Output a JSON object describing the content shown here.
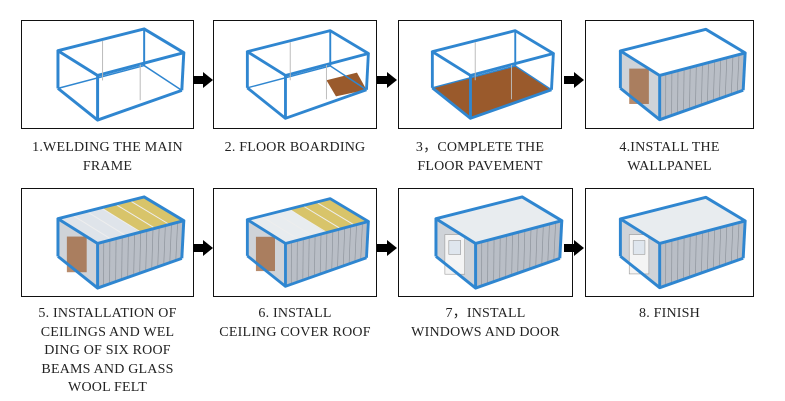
{
  "title": "Container House Installation Steps",
  "colors": {
    "frame": "#2f86d0",
    "floor": "#9a5a2c",
    "wall": "#b9bec6",
    "roof": "#e8ecef",
    "insulation": "#d8c46a"
  },
  "steps": [
    {
      "label_lines": [
        "1.WELDING THE MAIN",
        "FRAME"
      ],
      "stage": 1
    },
    {
      "label_lines": [
        "2. FLOOR BOARDING"
      ],
      "stage": 2
    },
    {
      "label_lines": [
        "3，COMPLETE THE",
        "FLOOR PAVEMENT"
      ],
      "stage": 3
    },
    {
      "label_lines": [
        "4.INSTALL THE",
        "WALLPANEL"
      ],
      "stage": 4
    },
    {
      "label_lines": [
        "5. INSTALLATION OF",
        "CEILINGS AND WEL",
        "DING OF SIX ROOF",
        "BEAMS AND GLASS",
        "WOOL FELT"
      ],
      "stage": 5
    },
    {
      "label_lines": [
        "6. INSTALL",
        "CEILING COVER ROOF"
      ],
      "stage": 6
    },
    {
      "label_lines": [
        "7，INSTALL",
        "WINDOWS AND DOOR"
      ],
      "stage": 7
    },
    {
      "label_lines": [
        "8. FINISH"
      ],
      "stage": 8
    }
  ]
}
